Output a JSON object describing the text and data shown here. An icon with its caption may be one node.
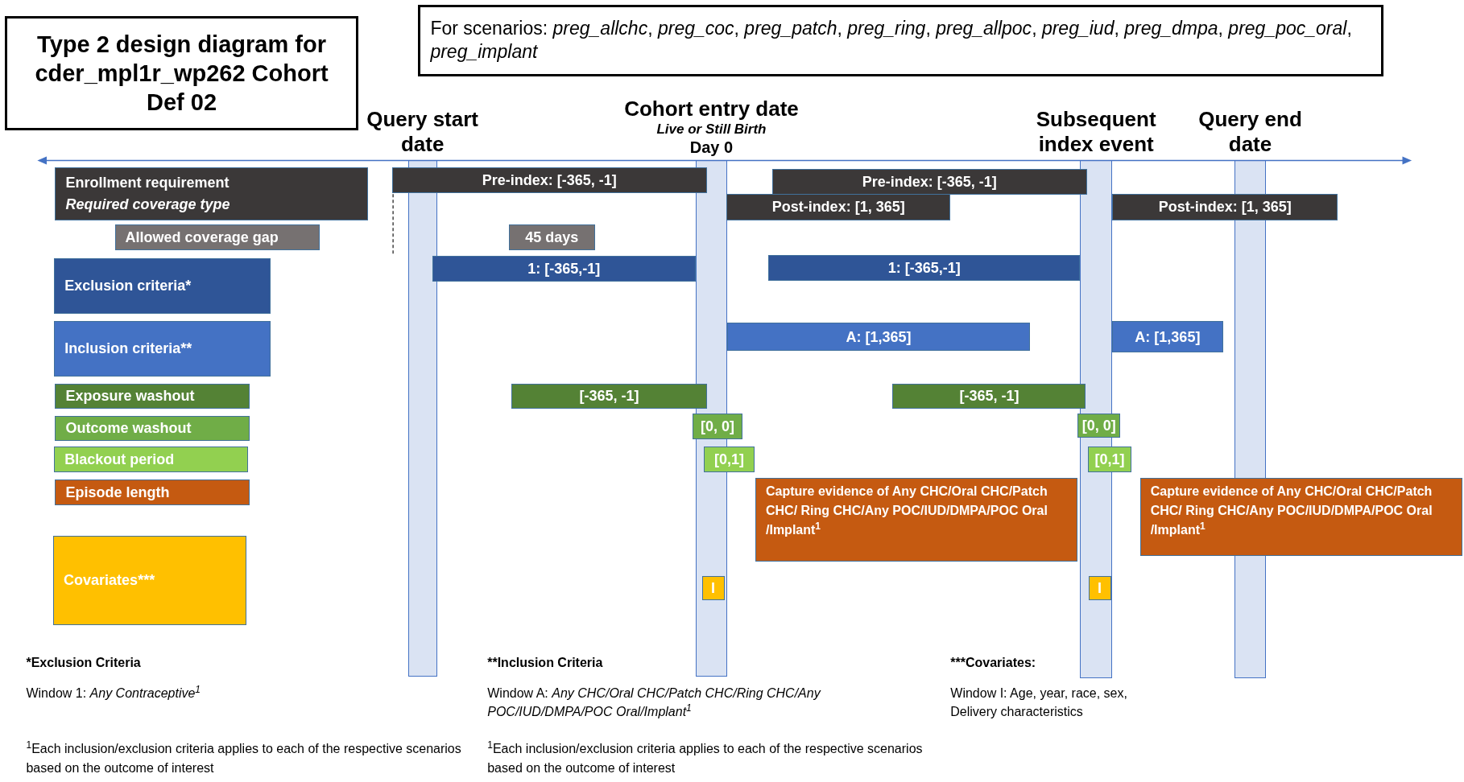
{
  "diagram": {
    "nodes": [
      {
        "text": [
          "Type 2 design diagram for cder_mpl1r_wp262 Cohort Def 02"
        ]
      },
      {
        "text": [
          "For scenarios:  *preg_allchc*, *preg_coc*, *preg_patch*, *preg_ring*, *preg_allpoc*, *preg_iud*, *preg_dmpa*, *preg_poc_oral*, *preg_implant*"
        ]
      },
      {
        "text": [
          "Query start date"
        ]
      },
      {
        "text": [
          "Cohort entry date",
          "Live or Still Birth",
          "Day 0"
        ]
      },
      {
        "text": [
          "Subsequent index event"
        ]
      },
      {
        "text": [
          "Query end date"
        ]
      },
      {
        "text": [
          "Enrollment requirement",
          "Required coverage type"
        ]
      },
      {
        "text": [
          "Allowed coverage gap"
        ]
      },
      {
        "text": [
          "Exclusion criteria*"
        ]
      },
      {
        "text": [
          "Inclusion criteria**"
        ]
      },
      {
        "text": [
          "Exposure washout"
        ]
      },
      {
        "text": [
          "Outcome washout"
        ]
      },
      {
        "text": [
          "Blackout period"
        ]
      },
      {
        "text": [
          "Episode length"
        ]
      },
      {
        "text": [
          "Covariates***"
        ]
      },
      {
        "text": [
          "Pre-index: [-365, -1]"
        ]
      },
      {
        "text": [
          "Post-index: [1, 365]"
        ]
      },
      {
        "text": [
          "Pre-index: [-365, -1]"
        ]
      },
      {
        "text": [
          "Post-index: [1, 365]"
        ]
      },
      {
        "text": [
          "45 days"
        ]
      },
      {
        "text": [
          "1: [-365,-1]"
        ]
      },
      {
        "text": [
          "1: [-365,-1]"
        ]
      },
      {
        "text": [
          "A: [1,365]"
        ]
      },
      {
        "text": [
          "A: [1,365]"
        ]
      },
      {
        "text": [
          "[-365, -1]"
        ]
      },
      {
        "text": [
          "[-365, -1]"
        ]
      },
      {
        "text": [
          "[0, 0]"
        ]
      },
      {
        "text": [
          "[0, 0]"
        ]
      },
      {
        "text": [
          "[0,1]"
        ]
      },
      {
        "text": [
          "[0,1]"
        ]
      },
      {
        "text": [
          "Capture evidence of Any CHC/Oral CHC/Patch CHC/ Ring CHC/Any POC/IUD/DMPA/POC Oral /Implant$^{1}$"
        ]
      },
      {
        "text": [
          "Capture evidence of Any CHC/Oral CHC/Patch CHC/ Ring CHC/Any POC/IUD/DMPA/POC Oral /Implant$^{1}$"
        ]
      },
      {
        "text": [
          "I"
        ],
        "in": 3
      },
      {
        "text": [
          "I"
        ],
        "in": 4
      }
    ],
    "labels": [
      "*Exclusion Criteria",
      "Window 1: *Any Contraceptive$^{1}$*",
      "$^{1}$Each inclusion/exclusion criteria applies to each of the respective scenarios based on the outcome of interest",
      "**Inclusion Criteria",
      "Window A: *Any CHC/Oral CHC/Patch CHC/Ring CHC/Any POC/IUD/DMPA/POC Oral/Implant$^{1}$*",
      "$^{1}$Each inclusion/exclusion criteria applies to each of the respective scenarios based on the outcome of interest",
      "***Covariates:",
      "Window I: Age, year, race, sex, Delivery characteristics"
    ]
  }
}
